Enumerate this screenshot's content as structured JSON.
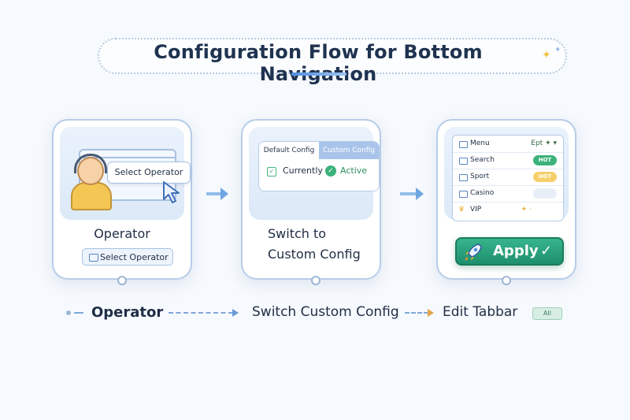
{
  "title": "Configuration Flow for Bottom Navigation",
  "colors": {
    "accent": "#4e8fe0",
    "success": "#3cb27a",
    "hot_green": "#3cb27a",
    "hot_orange": "#f2b43c",
    "apply": "#2aa47c"
  },
  "cards": [
    {
      "label": "Operator",
      "illustration": {
        "button_label": "Select Operator",
        "icons": [
          "operator-avatar-icon",
          "cursor-icon"
        ]
      },
      "button_label": "Select Operator"
    },
    {
      "label_line1": "Switch to",
      "label_line2": "Custom Config",
      "tabs": [
        "Default Config",
        "Custom Config"
      ],
      "status_prefix": "Currently",
      "status_value": "Active"
    },
    {
      "menu_rows": [
        {
          "label": "Menu",
          "right": "Ept ✦ ▾"
        },
        {
          "label": "Search",
          "badge": "HOT"
        },
        {
          "label": "Sport",
          "badge": "HOT"
        },
        {
          "label": "Casino"
        },
        {
          "label": "VIP",
          "right": "✦ ·"
        }
      ],
      "apply_label": "Apply"
    }
  ],
  "flow": {
    "step1": "Operator",
    "step2": "Switch Custom Config",
    "step3": "Edit Tabbar",
    "badge": "All"
  }
}
